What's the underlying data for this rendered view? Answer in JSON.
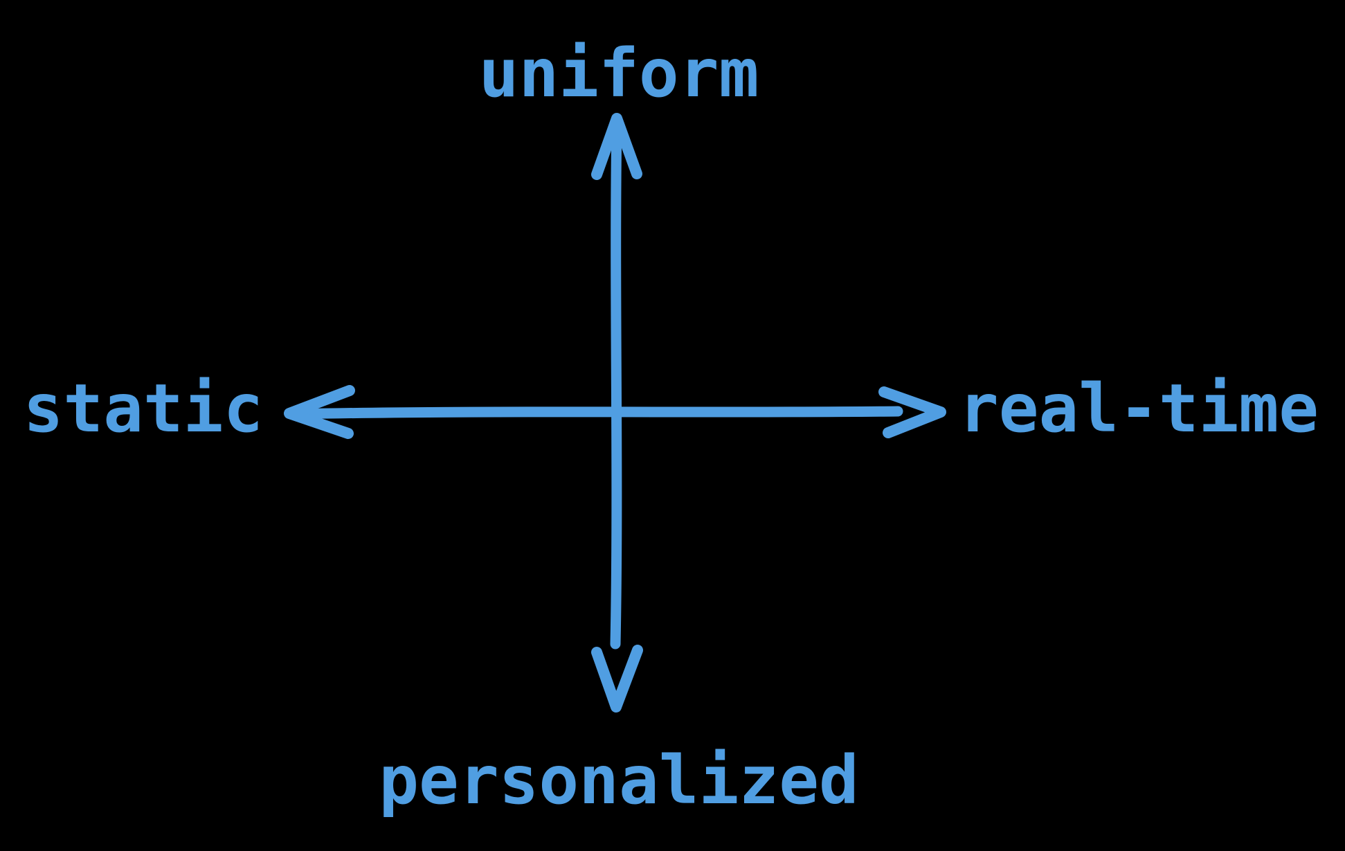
{
  "canvas": {
    "background": "#000000",
    "accent": "#509ee2"
  },
  "diagram": {
    "type": "axes-cross",
    "vertical_axis": {
      "top_label": "uniform",
      "bottom_label": "personalized"
    },
    "horizontal_axis": {
      "left_label": "static",
      "right_label": "real-time"
    }
  }
}
